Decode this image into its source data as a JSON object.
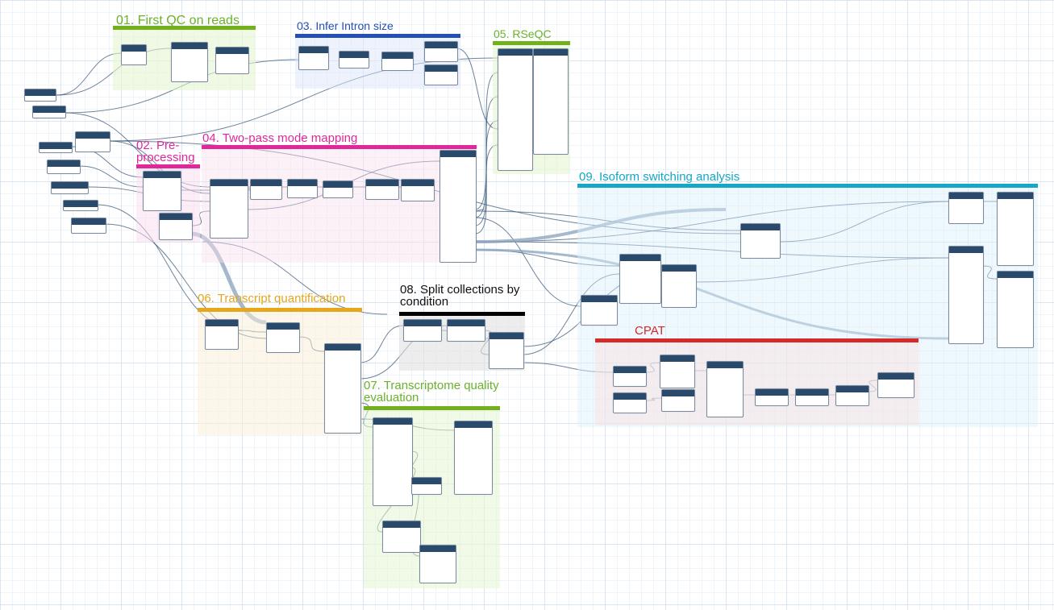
{
  "frames": [
    {
      "id": "f01",
      "title": "01. First QC on reads",
      "color": "#72b01d",
      "title_color": "#6cb12b",
      "bg": "rgba(230,245,210,0.6)"
    },
    {
      "id": "f03",
      "title": "03. Infer Intron size",
      "color": "#2450b3",
      "title_color": "#2450b3",
      "bg": "rgba(220,230,250,0.5)"
    },
    {
      "id": "f05",
      "title": "05. RSeQC",
      "color": "#72b01d",
      "title_color": "#6cb12b",
      "bg": "rgba(230,245,210,0.6)"
    },
    {
      "id": "f02",
      "title": "02. Pre-processing",
      "color": "#e0289b",
      "title_color": "#e0289b",
      "bg": "rgba(250,220,240,0.5)"
    },
    {
      "id": "f04",
      "title": "04. Two-pass mode mapping",
      "color": "#e0289b",
      "title_color": "#e0289b",
      "bg": "rgba(250,225,240,0.45)"
    },
    {
      "id": "f09",
      "title": "09. Isoform switching analysis",
      "color": "#16a7c6",
      "title_color": "#16a7c6",
      "bg": "rgba(220,240,250,0.45)"
    },
    {
      "id": "f06",
      "title": "06. Transcript quantification",
      "color": "#e5a71c",
      "title_color": "#e5a71c",
      "bg": "rgba(252,240,215,0.5)"
    },
    {
      "id": "f08",
      "title": "08. Split collections by condition",
      "color": "#000000",
      "title_color": "#111111",
      "bg": "rgba(225,225,225,0.6)"
    },
    {
      "id": "f07",
      "title": "07. Transcriptome quality evaluation",
      "color": "#72b01d",
      "title_color": "#6cb12b",
      "bg": "rgba(230,245,210,0.55)"
    },
    {
      "id": "fcp",
      "title": "CPAT",
      "color": "#d42a2a",
      "title_color": "#d42a2a",
      "bg": "rgba(250,225,225,0.45)"
    }
  ]
}
